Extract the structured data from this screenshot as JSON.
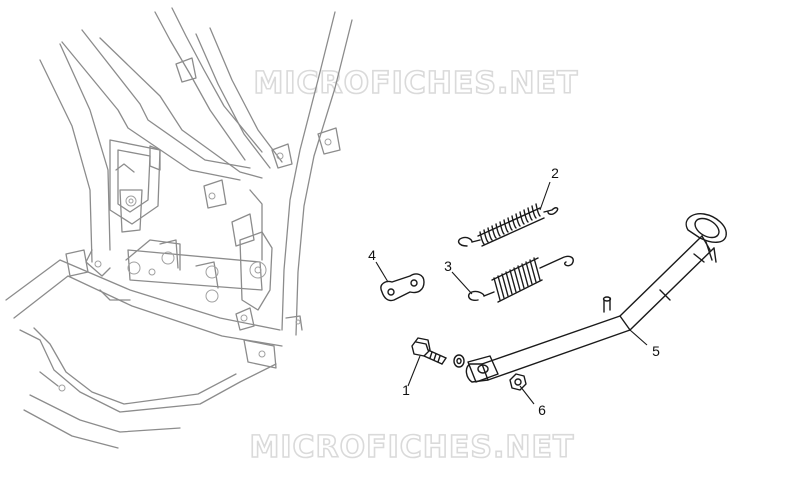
{
  "watermarks": [
    "MICROFICHES.NET",
    "MICROFICHES.NET"
  ],
  "callouts": [
    {
      "id": "1",
      "label": "1"
    },
    {
      "id": "2",
      "label": "2"
    },
    {
      "id": "3",
      "label": "3"
    },
    {
      "id": "4",
      "label": "4"
    },
    {
      "id": "5",
      "label": "5"
    },
    {
      "id": "6",
      "label": "6"
    }
  ],
  "colors": {
    "frame": "#8c8c8c",
    "parts": "#1a1a1a",
    "watermark": "#dadada"
  }
}
